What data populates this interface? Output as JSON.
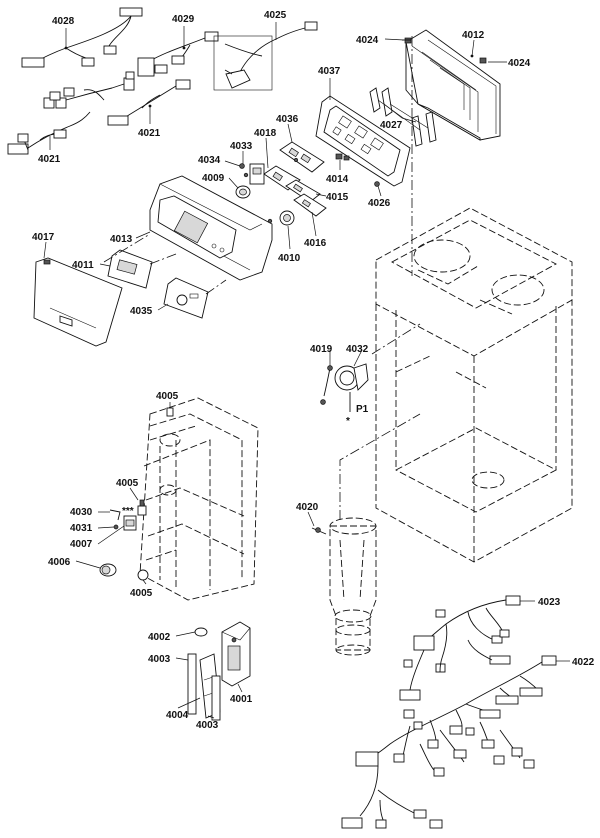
{
  "labels": {
    "l4028": "4028",
    "l4029": "4029",
    "l4025": "4025",
    "l4024a": "4024",
    "l4012": "4012",
    "l4024b": "4024",
    "l4021a": "4021",
    "l4021b": "4021",
    "l4037": "4037",
    "l4036": "4036",
    "l4018": "4018",
    "l4033": "4033",
    "l4034": "4034",
    "l4009": "4009",
    "l4027": "4027",
    "l4014": "4014",
    "l4015": "4015",
    "l4026": "4026",
    "l4016": "4016",
    "l4010": "4010",
    "l4017": "4017",
    "l4013": "4013",
    "l4011": "4011",
    "l4035": "4035",
    "l4019": "4019",
    "l4032": "4032",
    "lP1": "P1",
    "lStar1": "*",
    "l4005a": "4005",
    "l4005b": "4005",
    "lStar3": "***",
    "l4030": "4030",
    "l4031": "4031",
    "l4007": "4007",
    "l4006": "4006",
    "l4005c": "4005",
    "l4020": "4020",
    "l4023": "4023",
    "l4022": "4022",
    "l4002": "4002",
    "l4003a": "4003",
    "l4004": "4004",
    "l4001": "4001",
    "l4003b": "4003"
  }
}
